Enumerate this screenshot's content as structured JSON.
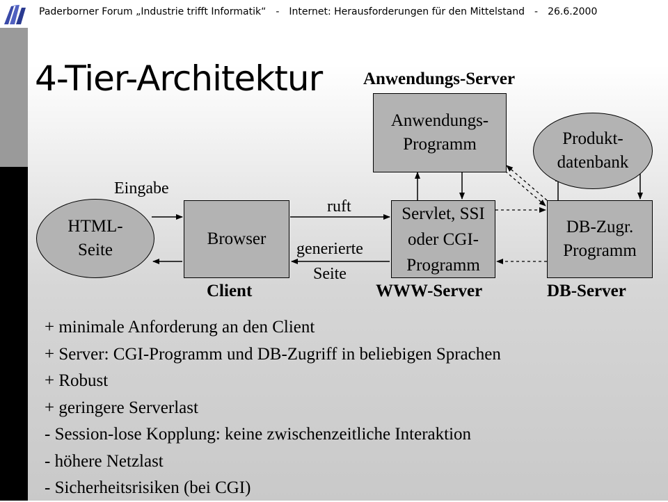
{
  "header": {
    "event": "Paderborner Forum „Industrie trifft Informatik“",
    "separator": "-",
    "topic": "Internet: Herausforderungen für den Mittelstand",
    "date": "26.6.2000"
  },
  "title": "4-Tier-Architektur",
  "diagram": {
    "tier_labels": {
      "application_server": "Anwendungs-Server",
      "client": "Client",
      "www_server": "WWW-Server",
      "db_server": "DB-Server"
    },
    "nodes": {
      "html_page": "HTML-\nSeite",
      "browser": "Browser",
      "servlet": "Servlet, SSI\noder CGI-\nProgramm",
      "app_program": "Anwendungs-\nProgramm",
      "product_db": "Produkt-\ndatenbank",
      "db_access": "DB-Zugr.\nProgramm"
    },
    "edge_labels": {
      "input": "Eingabe",
      "calls": "ruft",
      "generated_page": "generierte\nSeite"
    }
  },
  "bullets": [
    "+ minimale Anforderung an den Client",
    "+ Server: CGI-Programm und DB-Zugriff in beliebigen Sprachen",
    "+ Robust",
    "+ geringere Serverlast",
    "- Session-lose Kopplung: keine zwischenzeitliche Interaktion",
    "- höhere Netzlast",
    "- Sicherheitsrisiken (bei CGI)"
  ]
}
